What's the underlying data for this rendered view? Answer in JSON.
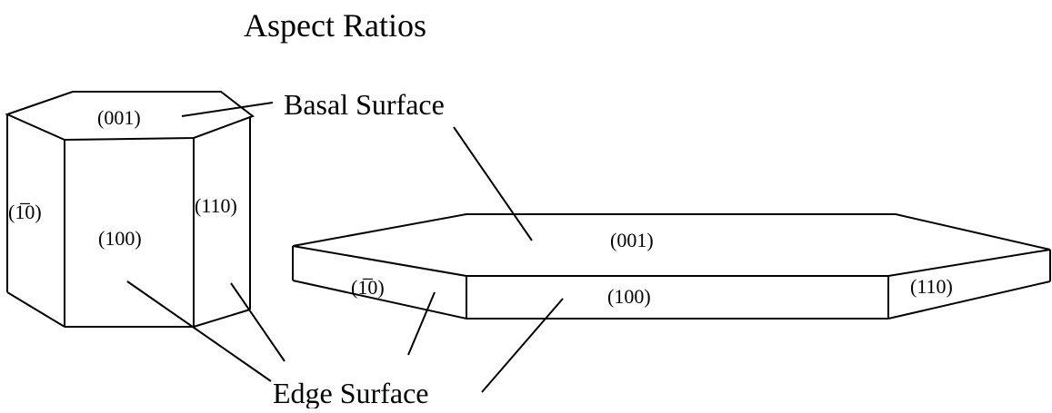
{
  "title": "Aspect Ratios",
  "callouts": {
    "basal": "Basal Surface",
    "edge": "Edge Surface"
  },
  "prism": {
    "top_face": "(001)",
    "front_face": "(100)",
    "left_face": "(1̅0)",
    "right_face": "(110)"
  },
  "platelet": {
    "top_face": "(001)",
    "front_face": "(100)",
    "left_face": "(1̅0)",
    "right_face": "(110)"
  }
}
